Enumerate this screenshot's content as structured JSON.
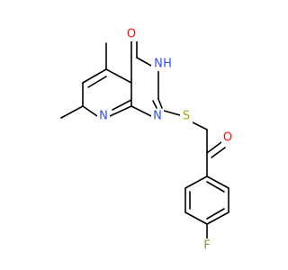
{
  "colors": {
    "oxygen": "#ff0d0d",
    "nitrogen": "#3050f8",
    "sulfur": "#b2a20a",
    "fluorine": "#78a03c",
    "bond": "#000000",
    "background": "#ffffff"
  },
  "atoms": {
    "carbonyl_oxygen_top": "O",
    "ring_nh": "H",
    "ring_nh_n": "N",
    "pyridine_n": "N",
    "pyrimidine_n": "N",
    "thioether_s": "S",
    "ketone_oxygen": "O",
    "fluorine": "F"
  }
}
